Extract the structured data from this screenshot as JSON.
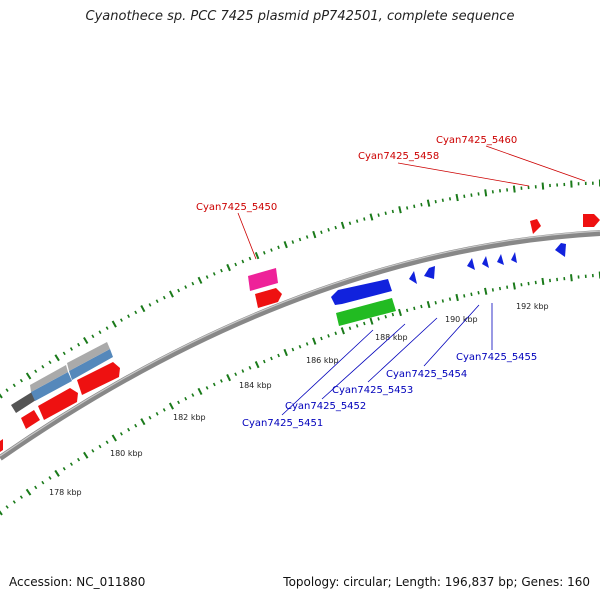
{
  "title": "Cyanothece sp. PCC 7425 plasmid pP742501, complete sequence",
  "footer": {
    "accession": "Accession: NC_011880",
    "summary": "Topology: circular; Length: 196,837 bp; Genes: 160"
  },
  "colors": {
    "backbone": "#888888",
    "tick": "#1a7a1a",
    "forward_label": "#cc0000",
    "reverse_label": "#0000bb",
    "red_gene": "#ee1111",
    "blue_gene": "#1122dd",
    "green_gene": "#22bb22",
    "pink_gene": "#ee2299",
    "gray_gene": "#aaaaaa",
    "steel_gene": "#5588bb",
    "dark_gene": "#555555"
  },
  "scale": {
    "tick_labels": [
      "178 kbp",
      "180 kbp",
      "182 kbp",
      "184 kbp",
      "186 kbp",
      "188 kbp",
      "190 kbp",
      "192 kbp"
    ]
  },
  "gene_labels": {
    "forward": [
      "Cyan7425_5450",
      "Cyan7425_5458",
      "Cyan7425_5460"
    ],
    "reverse": [
      "Cyan7425_5451",
      "Cyan7425_5452",
      "Cyan7425_5453",
      "Cyan7425_5454",
      "Cyan7425_5455"
    ]
  }
}
